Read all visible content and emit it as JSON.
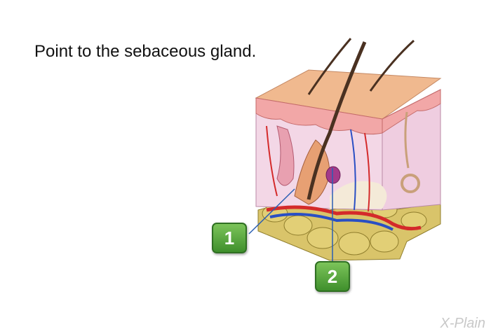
{
  "question": {
    "text": "Point to the sebaceous gland."
  },
  "choices": [
    {
      "label": "1"
    },
    {
      "label": "2"
    }
  ],
  "branding": {
    "logo_text": "X-Plain"
  },
  "colors": {
    "button_green": "#4f9f36",
    "pointer_line": "#2b5fb3",
    "epidermis": "#f0b98f",
    "dermis": "#f3d7e6",
    "fat": "#d9c46a"
  }
}
